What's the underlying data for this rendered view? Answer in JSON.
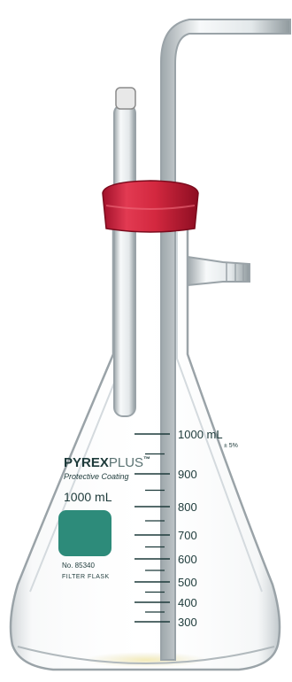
{
  "subject": "Pyrex filter flask with sidearm, rubber stopper and glass tubes",
  "brand": {
    "name_bold": "PYREX",
    "name_light": "PLUS",
    "tm": "™",
    "subtitle": "Protective Coating"
  },
  "capacity_label": "1000 mL",
  "catalog_number": "No. 85340",
  "product_type": "FILTER FLASK",
  "graduations": [
    {
      "value": "1000 mL",
      "sub": "± 5%"
    },
    {
      "value": "900"
    },
    {
      "value": "800"
    },
    {
      "value": "700"
    },
    {
      "value": "600"
    },
    {
      "value": "500"
    },
    {
      "value": "400"
    },
    {
      "value": "300"
    }
  ],
  "colors": {
    "stopper": "#d3283f",
    "label_patch": "#2d8b7a",
    "print": "#1d3a3a",
    "glass_edge": "#9aa3a8",
    "cap": "#e8e8e8"
  }
}
